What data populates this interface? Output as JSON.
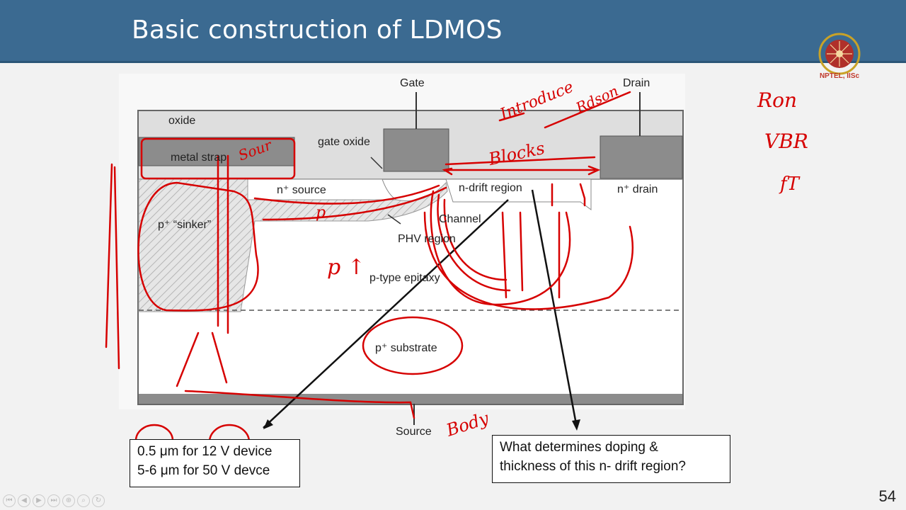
{
  "slide": {
    "title": "Basic construction of LDMOS",
    "page_number": "54",
    "logo_text": "NPTEL, IISc"
  },
  "diagram": {
    "labels": {
      "gate": "Gate",
      "drain": "Drain",
      "source_bottom": "Source",
      "oxide": "oxide",
      "metal_strap": "metal strap",
      "gate_oxide": "gate oxide",
      "n_source": "n⁺ source",
      "n_drift": "n-drift region",
      "n_drain": "n⁺ drain",
      "p_sinker": "p⁺ “sinker”",
      "channel": "Channel",
      "phv_region": "PHV region",
      "p_epitaxy": "p-type epitaxy",
      "p_substrate": "p⁺ substrate"
    },
    "callouts": {
      "thickness_line1": "0.5 μm for 12 V device",
      "thickness_line2": "5-6 μm for 50 V devce",
      "question_line1": "What determines doping &",
      "question_line2": "thickness of this n- drift region?"
    }
  },
  "annotations": {
    "handwritten": [
      "Introduce",
      "Rdson",
      "Blocks",
      "Sour",
      "p",
      "p ↑",
      "Body",
      "Ron",
      "VBR",
      "fT"
    ],
    "colors": {
      "ink": "#d60000",
      "header": "#3b6a91"
    }
  },
  "navigation": {
    "icons": [
      "first-icon",
      "prev-icon",
      "next-icon",
      "last-icon",
      "zoom-icon",
      "search-icon",
      "refresh-icon"
    ]
  }
}
